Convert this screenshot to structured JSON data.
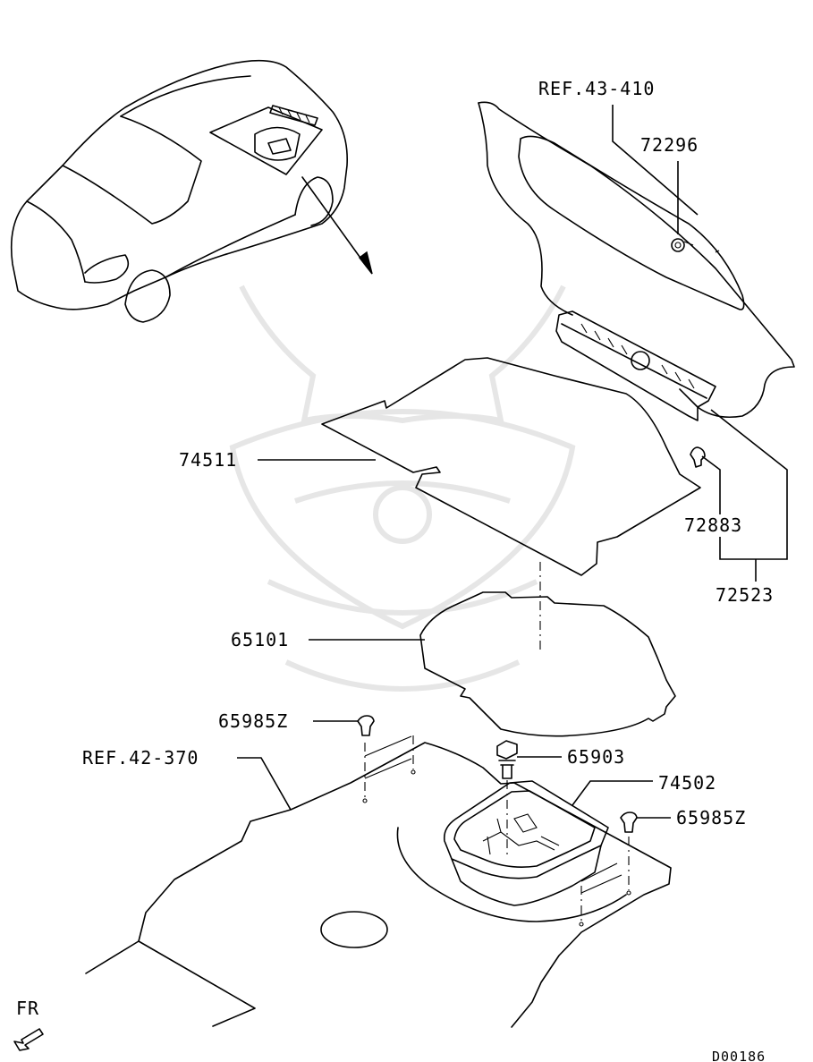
{
  "labels": {
    "ref_43_410": "REF.43-410",
    "p72296": "72296",
    "p74511": "74511",
    "p72883": "72883",
    "p72523": "72523",
    "p65101": "65101",
    "p65985z_left": "65985Z",
    "ref_42_370": "REF.42-370",
    "p65903": "65903",
    "p74502": "74502",
    "p65985z_right": "65985Z",
    "fr": "FR",
    "drawing_code": "D00186"
  },
  "icons": {
    "watermark": "samurai-mask-watermark",
    "direction": "front-arrow-icon"
  }
}
